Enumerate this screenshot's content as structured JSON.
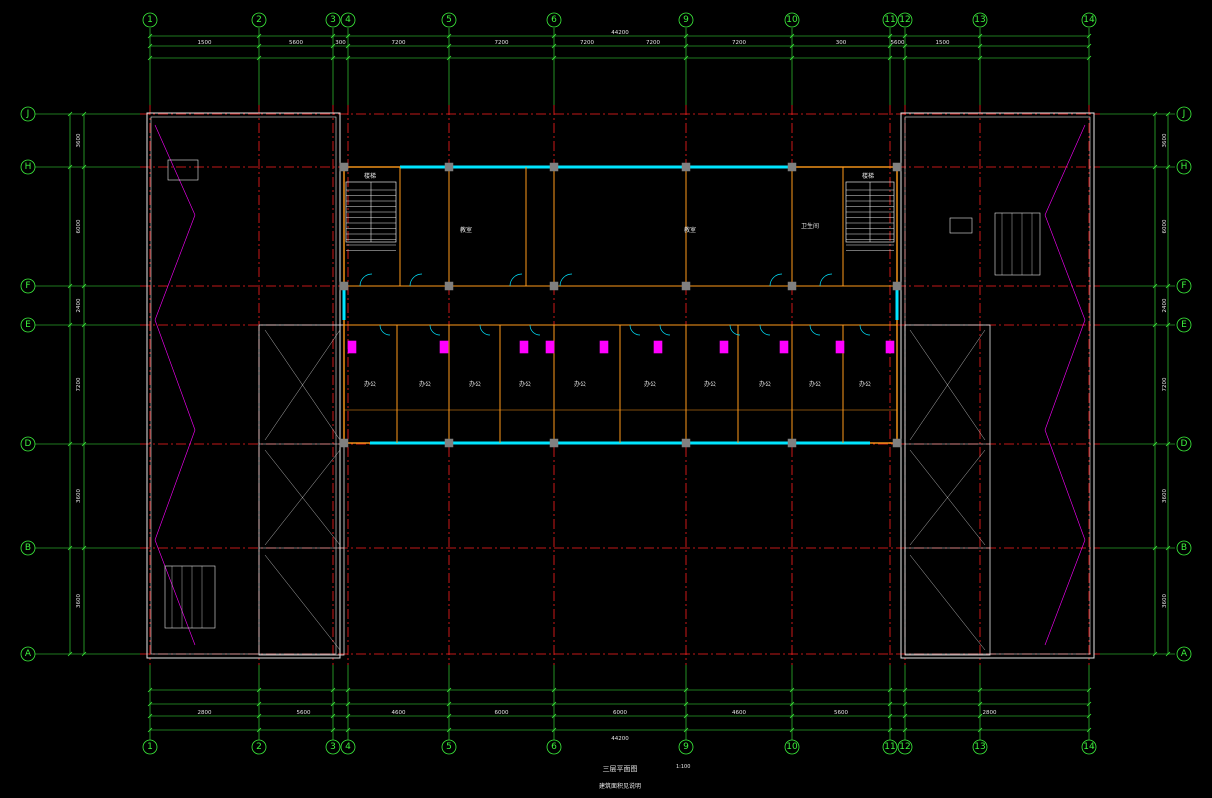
{
  "drawing": {
    "title": "三层平面图",
    "scale": "1:100",
    "subtitle": "建筑面积见说明"
  },
  "axes": {
    "columns": [
      "1",
      "2",
      "3",
      "4",
      "5",
      "6",
      "9",
      "10",
      "11",
      "12",
      "13",
      "14"
    ],
    "rows": [
      "J",
      "H",
      "F",
      "E",
      "D",
      "B",
      "A"
    ]
  },
  "dimensions": {
    "overall": "44200",
    "top_chain": [
      "1500",
      "5600",
      "300",
      "7200",
      "7200",
      "7200",
      "7200",
      "7200",
      "300",
      "5600",
      "1500"
    ],
    "left_chain": [
      "3600",
      "6000",
      "2400",
      "7200",
      "3600",
      "3600"
    ],
    "bottom_chain": [
      "2800",
      "5600",
      "4600",
      "6000",
      "6000",
      "4600",
      "5600",
      "2800"
    ]
  },
  "rooms": [
    {
      "name": "楼梯"
    },
    {
      "name": "教室"
    },
    {
      "name": "教室"
    },
    {
      "name": "卫生间"
    },
    {
      "name": "办公"
    },
    {
      "name": "办公"
    },
    {
      "name": "办公"
    },
    {
      "name": "办公"
    },
    {
      "name": "办公"
    },
    {
      "name": "办公"
    },
    {
      "name": "办公"
    },
    {
      "name": "办公"
    },
    {
      "name": "办公"
    },
    {
      "name": "办公"
    },
    {
      "name": "楼梯"
    }
  ],
  "colors": {
    "axis": "#3cf03c",
    "grid": "#ff2020",
    "wall": "#ff9a1a",
    "glass": "#00e5ff",
    "fixture": "#ff00ff",
    "outline": "#e6e6e6",
    "structure": "#808080"
  }
}
